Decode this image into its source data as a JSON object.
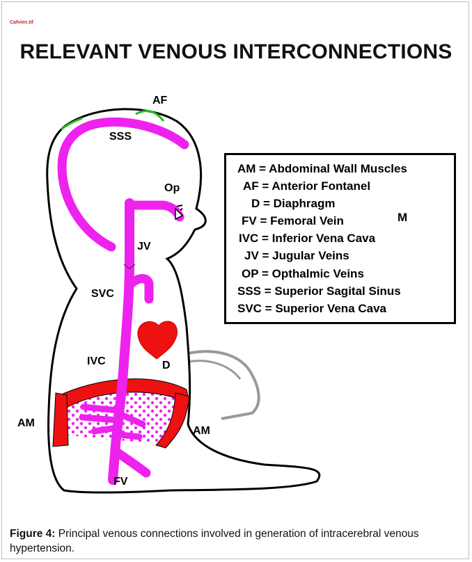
{
  "file_label": "Cafvien.tif",
  "title": "RELEVANT VENOUS INTERCONNECTIONS",
  "legend": [
    "AM = Abdominal Wall Muscles",
    "AF = Anterior Fontanel",
    "D = Diaphragm",
    "FV = Femoral Vein",
    "IVC = Inferior Vena Cava",
    "JV = Jugular Veins",
    "OP = Opthalmic Veins",
    "SSS = Superior Sagital Sinus",
    "SVC = Superior Vena Cava"
  ],
  "stray_label": "M",
  "labels": {
    "af": "AF",
    "sss": "SSS",
    "op": "Op",
    "jv": "JV",
    "svc": "SVC",
    "ivc": "IVC",
    "d": "D",
    "am_left": "AM",
    "am_right": "AM",
    "fv": "FV"
  },
  "caption": {
    "label": "Figure 4:",
    "text": " Principal venous connections involved in generation of intracerebral venous hypertension."
  },
  "colors": {
    "vein": "#ee22ee",
    "muscle": "#ee1111",
    "heart": "#ee1111",
    "fontanel": "#22bb22",
    "outline": "#000000",
    "arm": "#999999"
  }
}
